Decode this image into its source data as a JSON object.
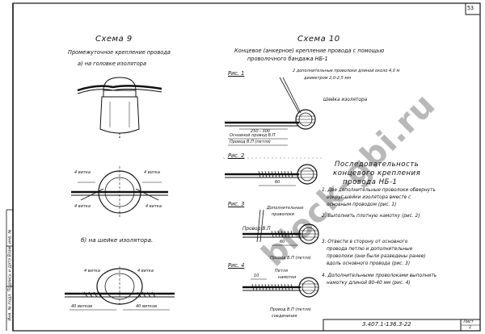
{
  "page_number": "53",
  "sheet_number": "2",
  "sheet_label": "Лист",
  "doc_code": "3.407.1-136.3-22",
  "left_margin_text": "Инв. № подл. Подпись и дата Взам. инв. №",
  "watermark": "block-gbi.ru",
  "scheme9": {
    "title": "Схема 9",
    "subtitle": "Промежуточное крепление провода",
    "part_a": "а) на головке изолятора",
    "part_b": "б) на шейке изолятора.",
    "label_4vitka_left": "4 витка",
    "label_4vitka_right": "4 витка",
    "label_4vitka_mid": "4 витка",
    "label_4vitka_right2": "4 витка",
    "label_40vitkov_left": "40 витков",
    "label_40vitkov_right": "40 витков",
    "label_4_left": "4 витка",
    "label_4_right": "4 витка"
  },
  "scheme10": {
    "title": "Схема 10",
    "subtitle_line1": "Концевое (анкерное) крепление провода с помощью",
    "subtitle_line2": "проволочного бандажа НБ-1",
    "fig1": {
      "label": "Рис. 1",
      "note_line1": "2 дополнительные проволоки длиной около 4,0 м",
      "note_line2": "диаметром 2,0-2,5 мм",
      "neck": "Шейка изолятора",
      "dim": "250 - 300",
      "main_wire": "Основной провод В.П",
      "wire_loop": "Провод В.П (петля)"
    },
    "fig2": {
      "label": "Рис. 2",
      "dim": "60"
    },
    "fig3": {
      "label": "Рис. 3",
      "extra_wires_line1": "Дополнительные",
      "extra_wires_line2": "проволоки",
      "wire": "Провод В.П",
      "dim": "60",
      "wire_loop": "Провод В.П (петля)"
    },
    "fig4": {
      "label": "Рис. 4",
      "dim": "10",
      "loop_line1": "Петля",
      "loop_line2": "намотки",
      "wire_loop": "Провод В.П (петля)",
      "joint": "соединения"
    },
    "sequence": {
      "title_line1": "Последовательность",
      "title_line2": "концевого крепления",
      "title_line3": "провода НБ-1",
      "step1_line1": "1. Две дополнительные проволоки обвернуть",
      "step1_line2": "вокруг шейки изолятора вместе с",
      "step1_line3": "основным проводом (рис. 1)",
      "step2": "2. Выполнить плотную намотку (рис. 2)",
      "step3_line1": "3. Отвести в сторону от основного",
      "step3_line2": "провода петлю и дополнительные",
      "step3_line3": "проволоки (они были разведены ранее)",
      "step3_line4": "вдоль основного провода (рис. 3)",
      "step4_line1": "4. Дополнительными проволоками выполнить",
      "step4_line2": "намотку длиной 80-40 мм (рис. 4)"
    }
  }
}
